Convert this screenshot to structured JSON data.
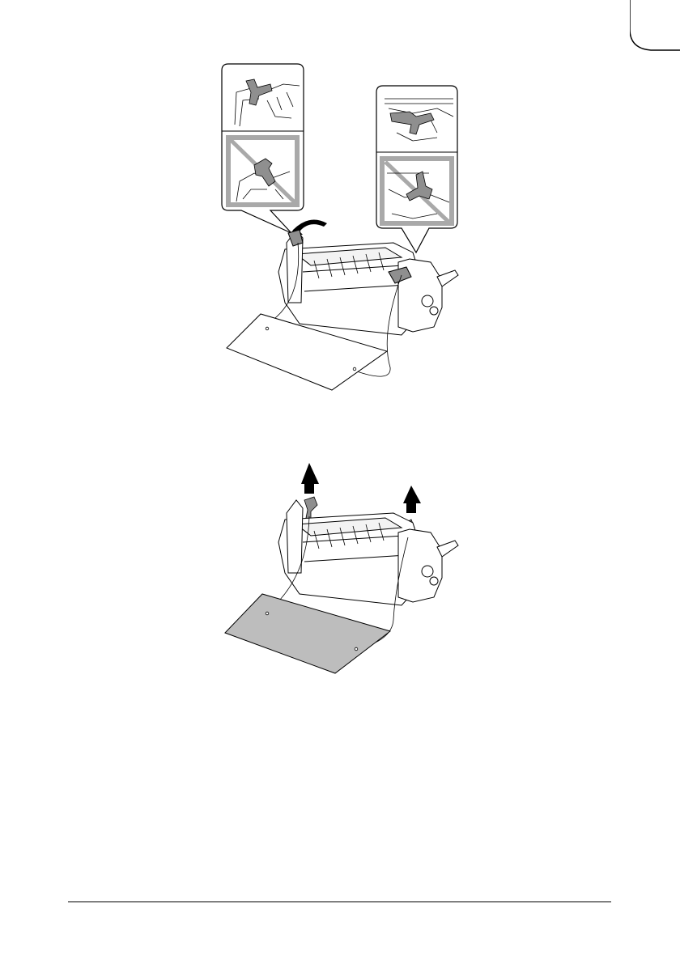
{
  "page": {
    "background": "#ffffff",
    "ink": "#000000",
    "callout_gray": "#a9a9a9",
    "sheet_gray": "#bdbdbd"
  },
  "figures": [
    {
      "name": "fuser-unit-release-levers",
      "callouts": [
        {
          "name": "left-lever-callout",
          "top": "correct-position",
          "bottom": "incorrect-position-crossed"
        },
        {
          "name": "right-lever-callout",
          "top": "correct-position",
          "bottom": "incorrect-position-crossed"
        }
      ],
      "arrows": [
        "rotate-arrow-icon",
        "rotate-arrow-icon"
      ]
    },
    {
      "name": "fuser-unit-remove-levers",
      "arrows": [
        "lift-arrow-icon",
        "lift-arrow-icon"
      ],
      "sheet": "shaded-protection-sheet"
    }
  ],
  "icons": [
    "corner-mark-icon",
    "rotate-arrow-icon",
    "lift-arrow-icon",
    "prohibited-cross-icon"
  ]
}
